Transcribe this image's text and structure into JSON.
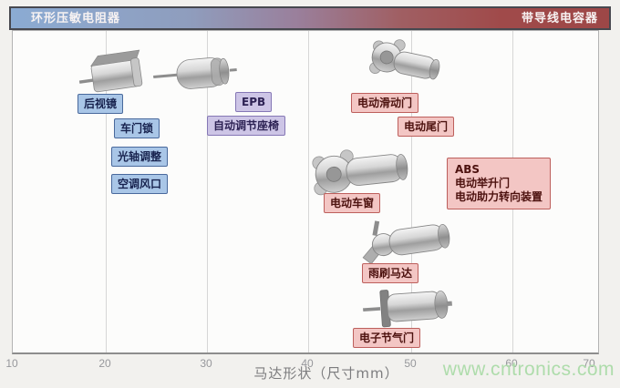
{
  "header": {
    "left_title": "环形压敏电阻器",
    "right_title": "带导线电容器"
  },
  "axis": {
    "title": "马达形状（尺寸mm）",
    "ticks": [
      "10",
      "20",
      "30",
      "40",
      "50",
      "60",
      "70"
    ],
    "range_mm": [
      10,
      70
    ]
  },
  "labels": {
    "rearview_mirror": "后视镜",
    "door_lock": "车门锁",
    "headlight_leveling": "光轴调整",
    "ac_vent": "空调风口",
    "epb": "EPB",
    "power_seat": "自动调节座椅",
    "power_sliding_door": "电动滑动门",
    "power_tailgate": "电动尾门",
    "power_window": "电动车窗",
    "abs_lines": [
      "ABS",
      "电动举升门",
      "电动助力转向装置"
    ],
    "wiper_motor": "雨刷马达",
    "electronic_throttle": "电子节气门"
  },
  "icons": {
    "motors": [
      "flat-dc-motor-icon",
      "round-dc-motor-icon",
      "worm-gear-motor-icon",
      "window-regulator-motor-icon",
      "wiper-motor-icon",
      "throttle-motor-icon"
    ]
  },
  "watermark": {
    "text": "www.cntronics.com"
  },
  "colors": {
    "header_blue": "#8babd3",
    "header_red": "#9d4747",
    "label_blue_bg": "#a9c6e7",
    "label_purple_bg": "#cdc5e6",
    "label_pink_bg": "#f3c6c4",
    "watermark_green": "#aedcab"
  }
}
